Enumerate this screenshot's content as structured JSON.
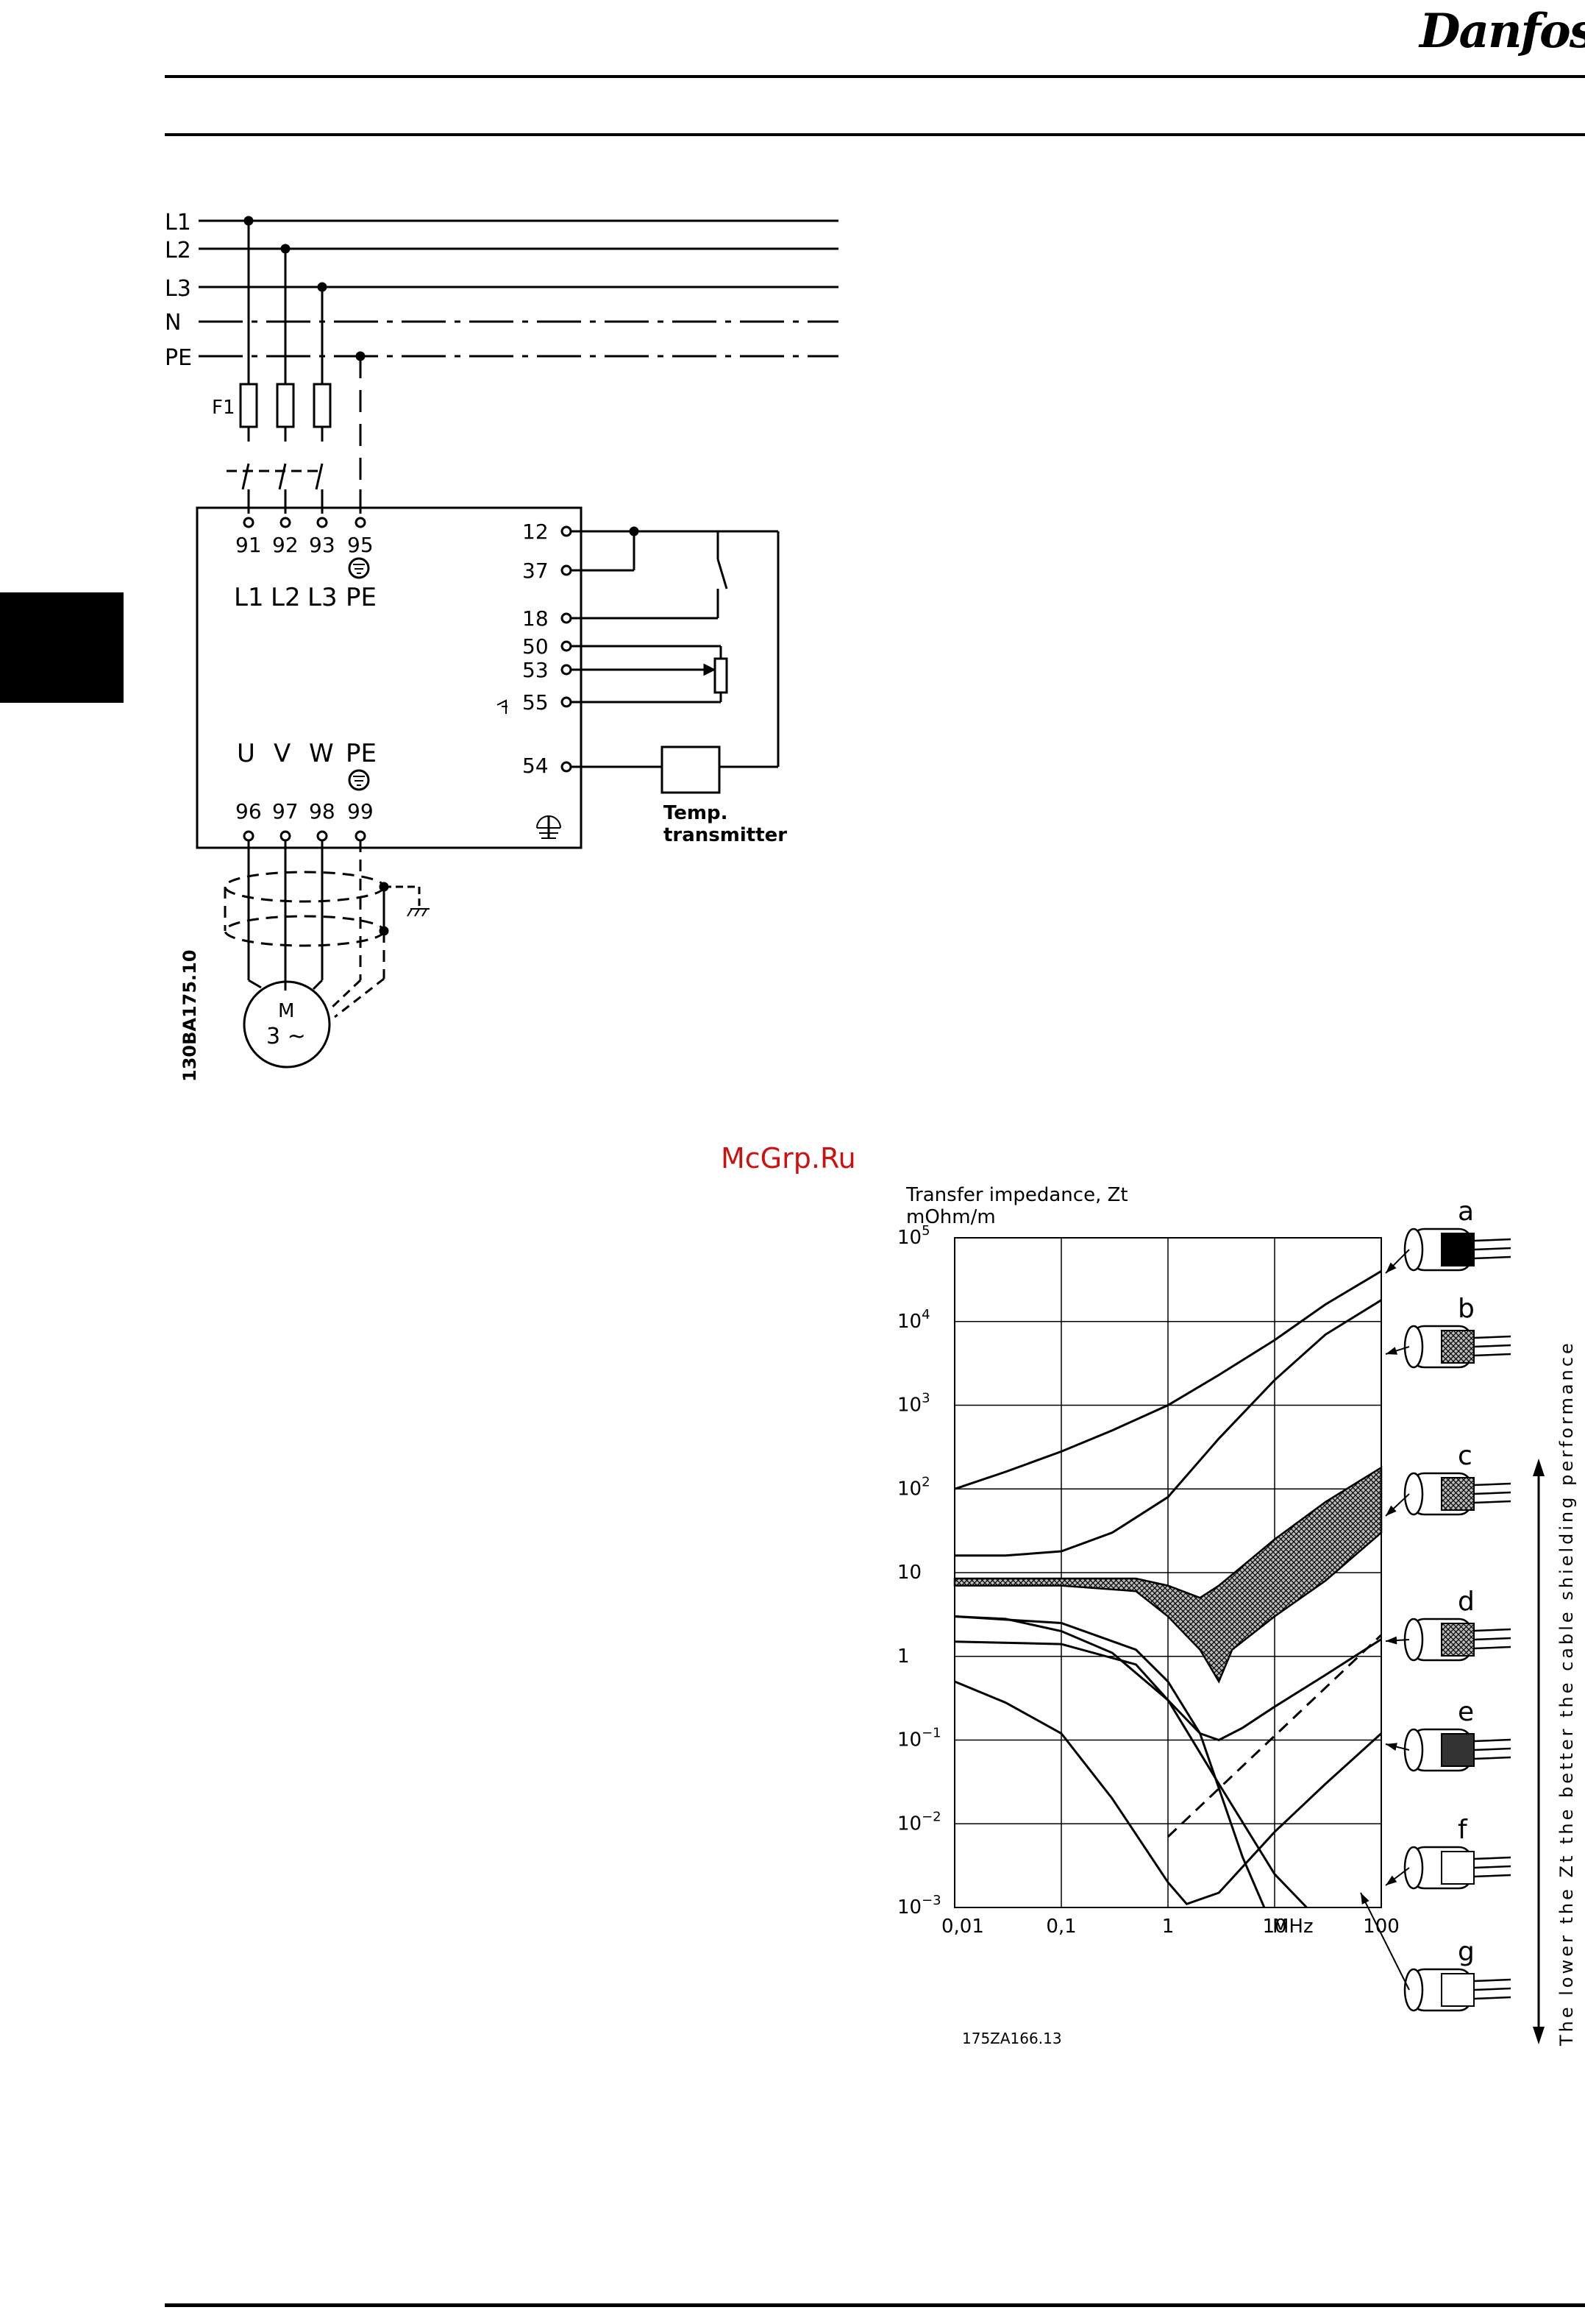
{
  "header": {
    "brand": "Danfoss"
  },
  "watermark": "McGrp.Ru",
  "wiring": {
    "supply": [
      "L1",
      "L2",
      "L3",
      "N",
      "PE"
    ],
    "fuse": "F1",
    "input_terminals": [
      "91",
      "92",
      "93",
      "95"
    ],
    "input_labels": [
      "L1",
      "L2",
      "L3",
      "PE"
    ],
    "output_labels": [
      "U",
      "V",
      "W",
      "PE"
    ],
    "output_terminals": [
      "96",
      "97",
      "98",
      "99"
    ],
    "control_terminals": [
      "12",
      "37",
      "18",
      "50",
      "53",
      "55",
      "54"
    ],
    "transmitter_line1": "Temp.",
    "transmitter_line2": "transmitter",
    "motor_line1": "M",
    "motor_line2": "3 ~",
    "code": "130BA175.10"
  },
  "chart_data": {
    "type": "line",
    "title": "Transfer impedance, Zt",
    "ylabel": "mOhm/m",
    "xunit": "MHz",
    "xscale": "log",
    "yscale": "log",
    "xlim": [
      0.01,
      100
    ],
    "ylim": [
      0.001,
      100000
    ],
    "x_ticks": [
      "0,01",
      "0,1",
      "1",
      "10",
      "100"
    ],
    "y_ticks": [
      {
        "base": "10",
        "exp": "5"
      },
      {
        "base": "10",
        "exp": "4"
      },
      {
        "base": "10",
        "exp": "3"
      },
      {
        "base": "10",
        "exp": "2"
      },
      {
        "base": "10",
        "exp": ""
      },
      {
        "base": "1",
        "exp": ""
      },
      {
        "base": "10",
        "exp": "−1"
      },
      {
        "base": "10",
        "exp": "−2"
      },
      {
        "base": "10",
        "exp": "−3"
      }
    ],
    "grid": true,
    "cable_labels": [
      "a",
      "b",
      "c",
      "d",
      "e",
      "f",
      "g"
    ],
    "side_note": "The lower the Zt the better the cable shielding performance",
    "code": "175ZA166.13",
    "series": [
      {
        "label": "a",
        "x": [
          0.01,
          0.03,
          0.1,
          0.3,
          1,
          3,
          10,
          30,
          100
        ],
        "y": [
          100,
          160,
          280,
          500,
          1000,
          2300,
          6000,
          16000,
          40000
        ]
      },
      {
        "label": "b",
        "x": [
          0.01,
          0.03,
          0.1,
          0.3,
          1,
          3,
          10,
          30,
          100
        ],
        "y": [
          16,
          16,
          18,
          30,
          80,
          400,
          2000,
          7000,
          18000
        ]
      },
      {
        "label": "c-upper",
        "x": [
          0.01,
          0.1,
          0.5,
          1,
          2,
          3,
          5,
          10,
          30,
          100
        ],
        "y": [
          8.5,
          8.5,
          8.5,
          7,
          5,
          7,
          12,
          25,
          70,
          180
        ]
      },
      {
        "label": "c-lower",
        "x": [
          0.01,
          0.1,
          0.5,
          1,
          2,
          3,
          4,
          10,
          30,
          100
        ],
        "y": [
          7,
          7,
          6,
          3,
          1.2,
          0.5,
          1.2,
          3,
          8,
          30
        ]
      },
      {
        "label": "d",
        "x": [
          0.01,
          0.03,
          0.1,
          0.3,
          1,
          2,
          3,
          5,
          10,
          30,
          100
        ],
        "y": [
          3,
          2.8,
          2,
          1.1,
          0.3,
          0.12,
          0.1,
          0.14,
          0.25,
          0.6,
          1.6
        ]
      },
      {
        "label": "e",
        "x": [
          0.01,
          0.03,
          0.1,
          0.3,
          1,
          1.5,
          3,
          10,
          30,
          100
        ],
        "y": [
          0.5,
          0.28,
          0.12,
          0.02,
          0.002,
          0.0011,
          0.0015,
          0.008,
          0.03,
          0.12
        ]
      },
      {
        "label": "f",
        "x": [
          0.01,
          0.1,
          0.5,
          1,
          3,
          10,
          20
        ],
        "y": [
          1.5,
          1.4,
          0.8,
          0.3,
          0.03,
          0.0025,
          0.001
        ]
      },
      {
        "label": "g",
        "x": [
          0.01,
          0.1,
          0.5,
          1,
          2,
          5,
          8
        ],
        "y": [
          3,
          2.5,
          1.2,
          0.5,
          0.12,
          0.004,
          0.001
        ]
      },
      {
        "label": "dashed",
        "x": [
          1,
          100
        ],
        "y": [
          0.007,
          1.8
        ]
      }
    ]
  }
}
